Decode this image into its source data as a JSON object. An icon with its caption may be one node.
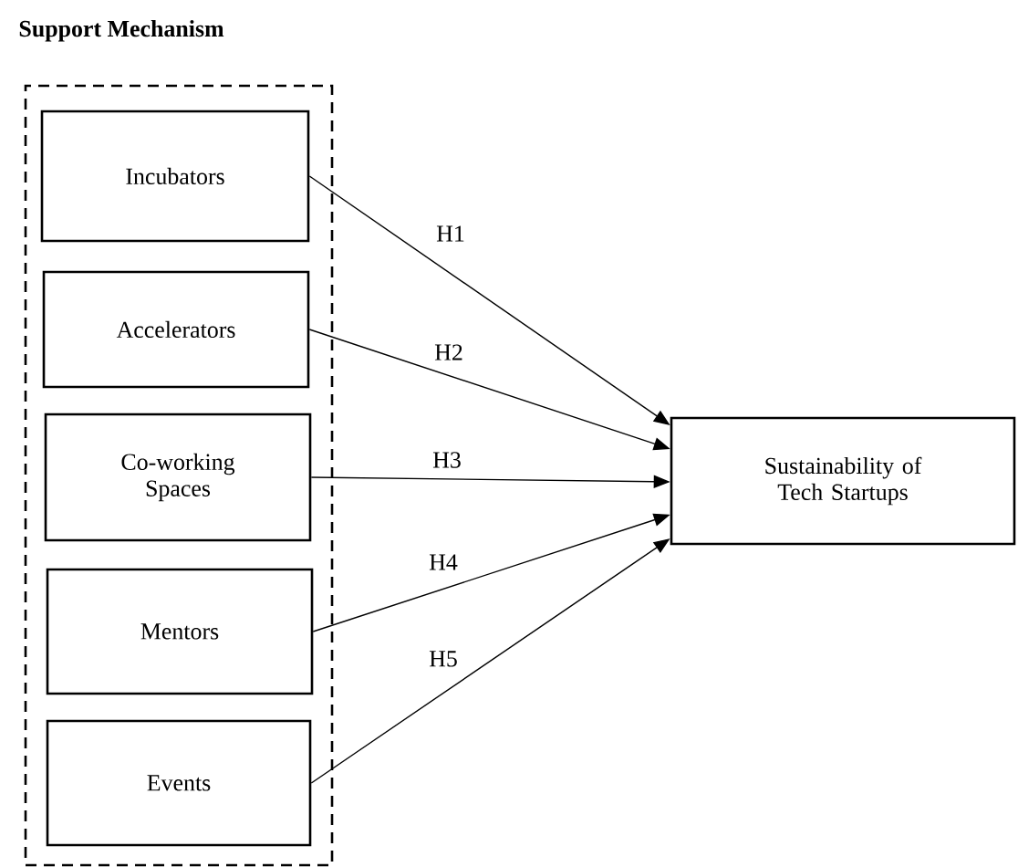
{
  "diagram": {
    "nodes": [
      {
        "text": [
          "Support Mechanism"
        ]
      },
      {
        "text": [
          "Incubators"
        ],
        "in": 0
      },
      {
        "text": [
          "Accelerators"
        ],
        "in": 0
      },
      {
        "text": [
          "Co-working Spaces"
        ],
        "in": 0
      },
      {
        "text": [
          "Mentors"
        ],
        "in": 0
      },
      {
        "text": [
          "Events"
        ],
        "in": 0
      },
      {
        "text": [
          "Sustainability of Tech Startups"
        ]
      }
    ],
    "edges": [
      {
        "from": 1,
        "to": 6,
        "arrow": "to",
        "label": "H1"
      },
      {
        "from": 2,
        "to": 6,
        "arrow": "to",
        "label": "H2"
      },
      {
        "from": 3,
        "to": 6,
        "arrow": "to",
        "label": "H3"
      },
      {
        "from": 4,
        "to": 6,
        "arrow": "to",
        "label": "H4"
      },
      {
        "from": 5,
        "to": 6,
        "arrow": "to",
        "label": "H5"
      }
    ]
  }
}
